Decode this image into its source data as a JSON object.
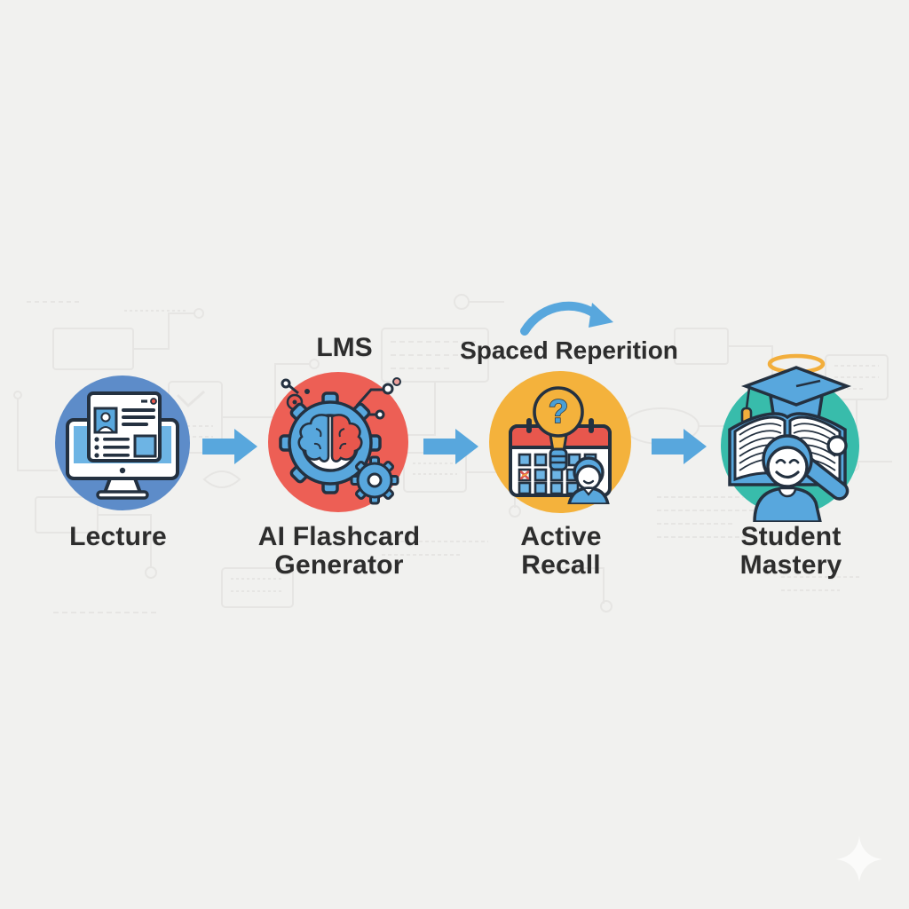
{
  "diagram": {
    "type": "process-flow",
    "background_color": "#f1f1ef",
    "pattern": {
      "name": "circuit-board-doodles",
      "color": "#e3e2df"
    },
    "sparkle": {
      "icon": "sparkle-icon",
      "color": "#fbfbfa"
    },
    "connector": {
      "icon": "right-arrow-icon",
      "shape": "block-arrow",
      "color": "#58a7dd"
    },
    "text_color": "#2d2d2d",
    "stages": [
      {
        "label": "Lecture",
        "icon": "lecture-monitor-icon",
        "circle_color": "#5d8cc9"
      },
      {
        "label": "AI Flashcard Generator",
        "annotation": "LMS",
        "icon": "ai-brain-gear-icon",
        "circle_color": "#ed5f55"
      },
      {
        "label": "Active Recall",
        "annotation": "Spaced Reperition",
        "annotation_arrow_icon": "curved-loop-arrow-icon",
        "icon": "calendar-lightbulb-icon",
        "circle_color": "#f4b23c"
      },
      {
        "label": "Student Mastery",
        "icon": "graduate-student-book-icon",
        "circle_color": "#38bcab"
      }
    ]
  }
}
